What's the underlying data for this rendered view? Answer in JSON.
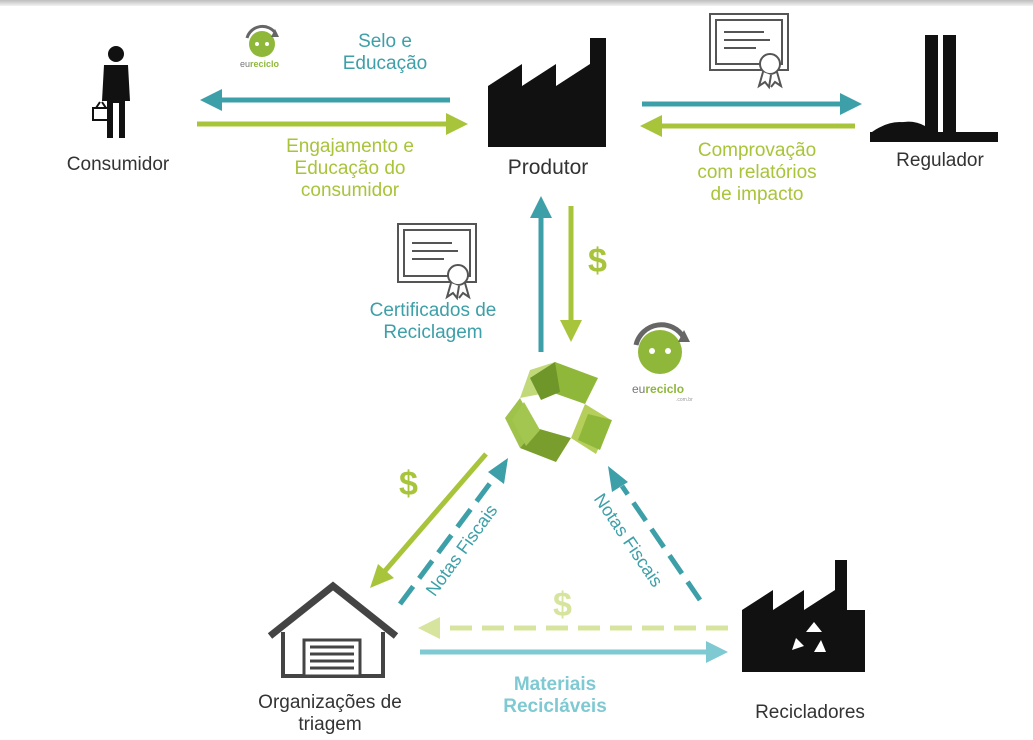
{
  "actors": {
    "consumer": "Consumidor",
    "producer": "Produtor",
    "regulator": "Regulador",
    "sorting_orgs": [
      "Organizações de",
      "triagem"
    ],
    "recyclers": "Recicladores"
  },
  "flows": {
    "seal_education": [
      "Selo e",
      "Educação"
    ],
    "engagement": [
      "Engajamento e",
      "Educação do",
      "consumidor"
    ],
    "proof": [
      "Comprovação",
      "com relatórios",
      "de impacto"
    ],
    "certificates": [
      "Certificados de",
      "Reciclagem"
    ],
    "invoices_left": "Notas Fiscais",
    "invoices_right": "Notas Fiscais",
    "materials": [
      "Materiais",
      "Recicláveis"
    ],
    "money": "$"
  },
  "brand": {
    "logo_text_prefix": "eu",
    "logo_text_main": "reciclo",
    "logo_sub": ".com.br"
  },
  "colors": {
    "teal": "#3d9fa8",
    "lime": "#a8c43a",
    "light_teal": "#7fc9d2",
    "light_lime": "#d7e49e",
    "dark": "#333333"
  },
  "icons": [
    "person-with-basket-icon",
    "factory-icon",
    "government-building-icon",
    "certificate-icon",
    "recycle-symbol-icon",
    "warehouse-icon",
    "recycling-factory-icon",
    "eureciclo-logo-icon"
  ]
}
